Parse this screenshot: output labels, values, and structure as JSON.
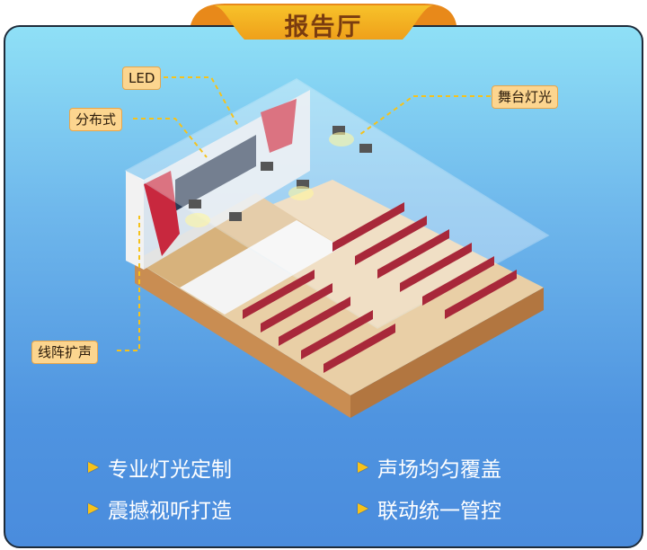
{
  "title": "报告厅",
  "callouts": {
    "led": "LED",
    "distributed": "分布式",
    "stage_lighting": "舞台灯光",
    "line_array": "线阵扩声"
  },
  "features": [
    {
      "icon": "arrow-bullet-icon",
      "text": "专业灯光定制"
    },
    {
      "icon": "arrow-bullet-icon",
      "text": "声场均匀覆盖"
    },
    {
      "icon": "arrow-bullet-icon",
      "text": "震撼视听打造"
    },
    {
      "icon": "arrow-bullet-icon",
      "text": "联动统一管控"
    }
  ],
  "colors": {
    "accent": "#f6c21b",
    "tab": "#f0a21c",
    "title_text": "#7a3c10",
    "seat": "#a8283a"
  }
}
